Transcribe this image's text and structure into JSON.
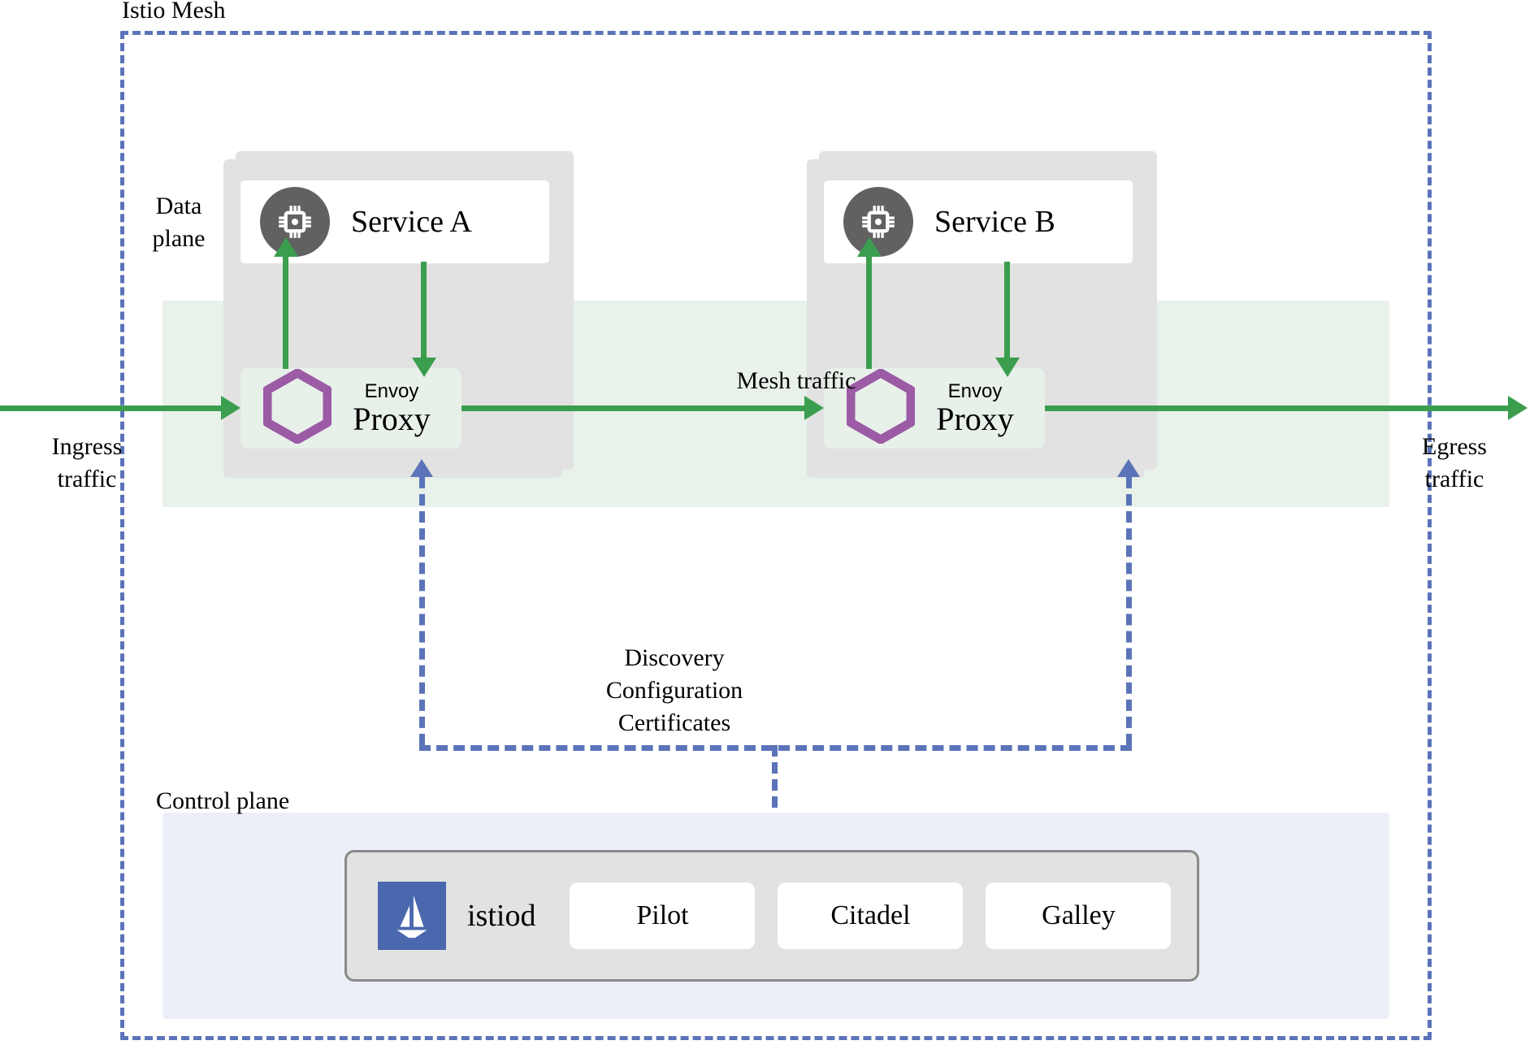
{
  "diagram": {
    "title": "Istio Mesh",
    "labels": {
      "data_plane": "Data\nplane",
      "control_plane": "Control plane",
      "mesh_traffic": "Mesh traffic",
      "discovery": "Discovery\nConfiguration\nCertificates",
      "ingress": "Ingress\ntraffic",
      "egress": "Egress\ntraffic"
    },
    "colors": {
      "mesh_border": "#5B73B8",
      "traffic_arrow": "#3B9E4E",
      "envoy_hex": "#9B5BA5",
      "data_plane_band": "#E8F1EA",
      "control_plane_band": "#EDEFF8",
      "pod_shell": "#E2E2E2",
      "service_icon_circle": "#616161",
      "istiod_logo": "#4A68AE"
    },
    "pods": [
      {
        "service_name": "Service A",
        "service_icon": "chip-icon",
        "proxy_sub": "Envoy",
        "proxy_main": "Proxy",
        "proxy_icon": "hexagon-icon"
      },
      {
        "service_name": "Service B",
        "service_icon": "chip-icon",
        "proxy_sub": "Envoy",
        "proxy_main": "Proxy",
        "proxy_icon": "hexagon-icon"
      }
    ],
    "control_plane": {
      "istiod_label": "istiod",
      "istiod_icon": "sailboat-icon",
      "components": [
        {
          "label": "Pilot"
        },
        {
          "label": "Citadel"
        },
        {
          "label": "Galley"
        }
      ]
    }
  }
}
